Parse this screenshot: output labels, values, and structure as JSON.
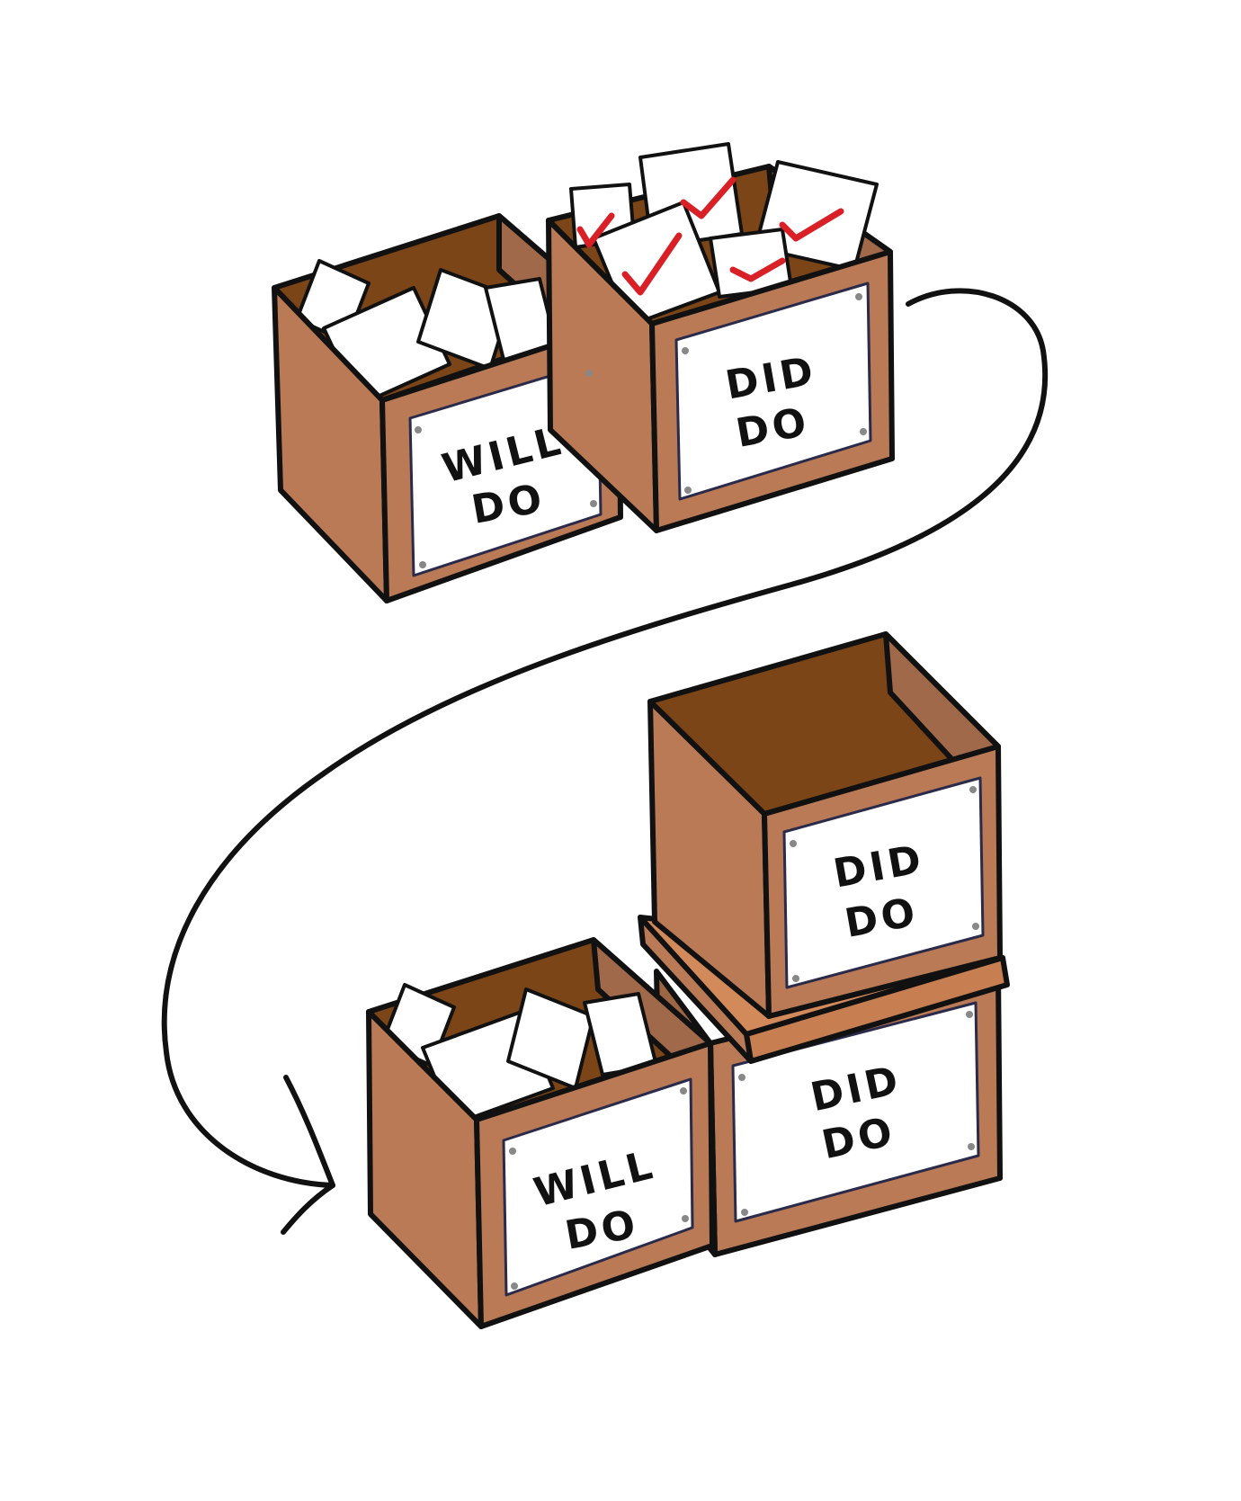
{
  "colors": {
    "box_front": "#B97A55",
    "box_side": "#B97A55",
    "box_inside": "#7B4517",
    "box_inside_light": "#A0694A",
    "lid": "#D28A5A",
    "outline": "#111111",
    "label_bg": "#FFFFFF",
    "check": "#D92027"
  },
  "boxes": {
    "top_will": {
      "line1": "WILL",
      "line2": "DO"
    },
    "top_did": {
      "line1": "DID",
      "line2": "DO"
    },
    "bottom_will": {
      "line1": "WILL",
      "line2": "DO"
    },
    "stack_top_did": {
      "line1": "DID",
      "line2": "DO"
    },
    "stack_bottom_did": {
      "line1": "DID",
      "line2": "DO"
    }
  },
  "icons": [
    "curved-arrow-icon",
    "checkmark-icon"
  ]
}
